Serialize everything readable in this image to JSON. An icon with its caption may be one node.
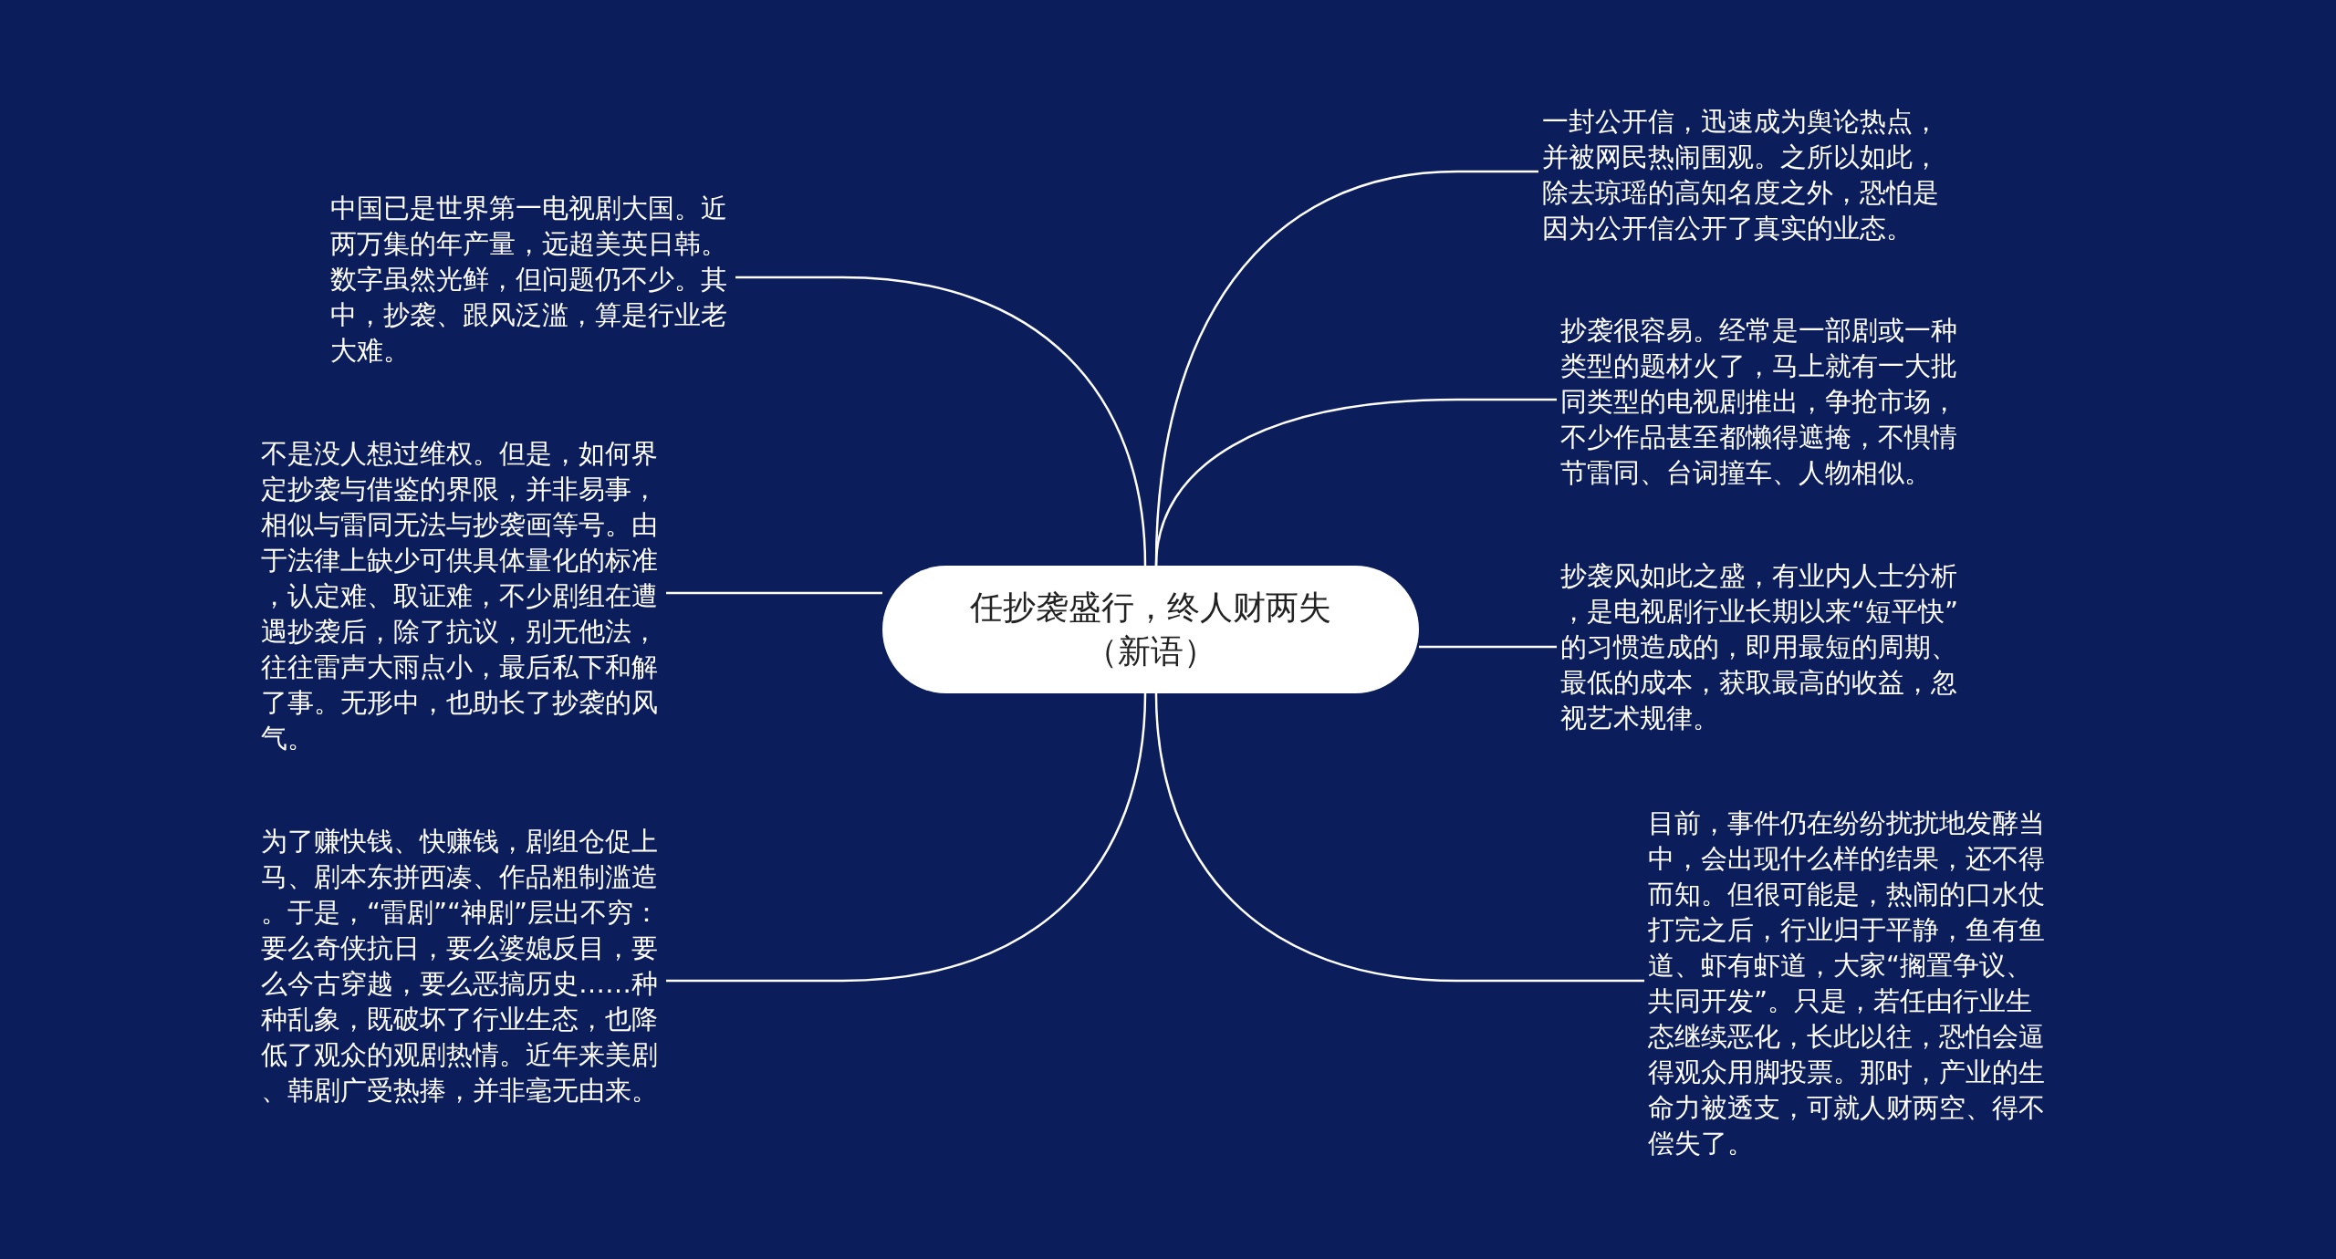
{
  "diagram": {
    "nodes": [
      {
        "text": [
          "任抄袭盛行，终人财两失（新语）"
        ]
      },
      {
        "text": [
          "中国已是世界第一电视剧大国。近两万集的年产量，远超美英日韩。数字虽然光鲜，但问题仍不少。其中，抄袭、跟风泛滥，算是行业老大难。"
        ]
      },
      {
        "text": [
          "不是没人想过维权。但是，如何界定抄袭与借鉴的界限，并非易事，相似与雷同无法与抄袭画等号。由于法律上缺少可供具体量化的标准，认定难、取证难，不少剧组在遭遇抄袭后，除了抗议，别无他法，往往雷声大雨点小，最后私下和解了事。无形中，也助长了抄袭的风气。"
        ]
      },
      {
        "text": [
          "为了赚快钱、快赚钱，剧组仓促上马、剧本东拼西凑、作品粗制滥造。于是，“雷剧”“神剧”层出不穷：要么奇侠抗日，要么婆媳反目，要么今古穿越，要么恶搞历史……种种乱象，既破坏了行业生态，也降低了观众的观剧热情。近年来美剧、韩剧广受热捧，并非毫无由来。"
        ]
      },
      {
        "text": [
          "一封公开信，迅速成为舆论热点，并被网民热闹围观。之所以如此，除去琼瑶的高知名度之外，恐怕是因为公开信公开了真实的业态。"
        ]
      },
      {
        "text": [
          "抄袭很容易。经常是一部剧或一种类型的题材火了，马上就有一大批同类型的电视剧推出，争抢市场，不少作品甚至都懒得遮掩，不惧情节雷同、台词撞车、人物相似。"
        ]
      },
      {
        "text": [
          "抄袭风如此之盛，有业内人士分析，是电视剧行业长期以来“短平快”的习惯造成的，即用最短的周期、最低的成本，获取最高的收益，忽视艺术规律。"
        ]
      },
      {
        "text": [
          "目前，事件仍在纷纷扰扰地发酵当中，会出现什么样的结果，还不得而知。但很可能是，热闹的口水仗打完之后，行业归于平静，鱼有鱼道、虾有虾道，大家“搁置争议、共同开发”。只是，若任由行业生态继续恶化，长此以往，恐怕会逼得观众用脚投票。那时，产业的生命力被透支，可就人财两空、得不偿失了。"
        ]
      }
    ],
    "edges": [
      {
        "from": 0,
        "to": 1,
        "arrow": "none"
      },
      {
        "from": 0,
        "to": 2,
        "arrow": "none"
      },
      {
        "from": 0,
        "to": 3,
        "arrow": "none"
      },
      {
        "from": 0,
        "to": 4,
        "arrow": "none"
      },
      {
        "from": 0,
        "to": 5,
        "arrow": "none"
      },
      {
        "from": 0,
        "to": 6,
        "arrow": "none"
      },
      {
        "from": 0,
        "to": 7,
        "arrow": "none"
      }
    ]
  }
}
